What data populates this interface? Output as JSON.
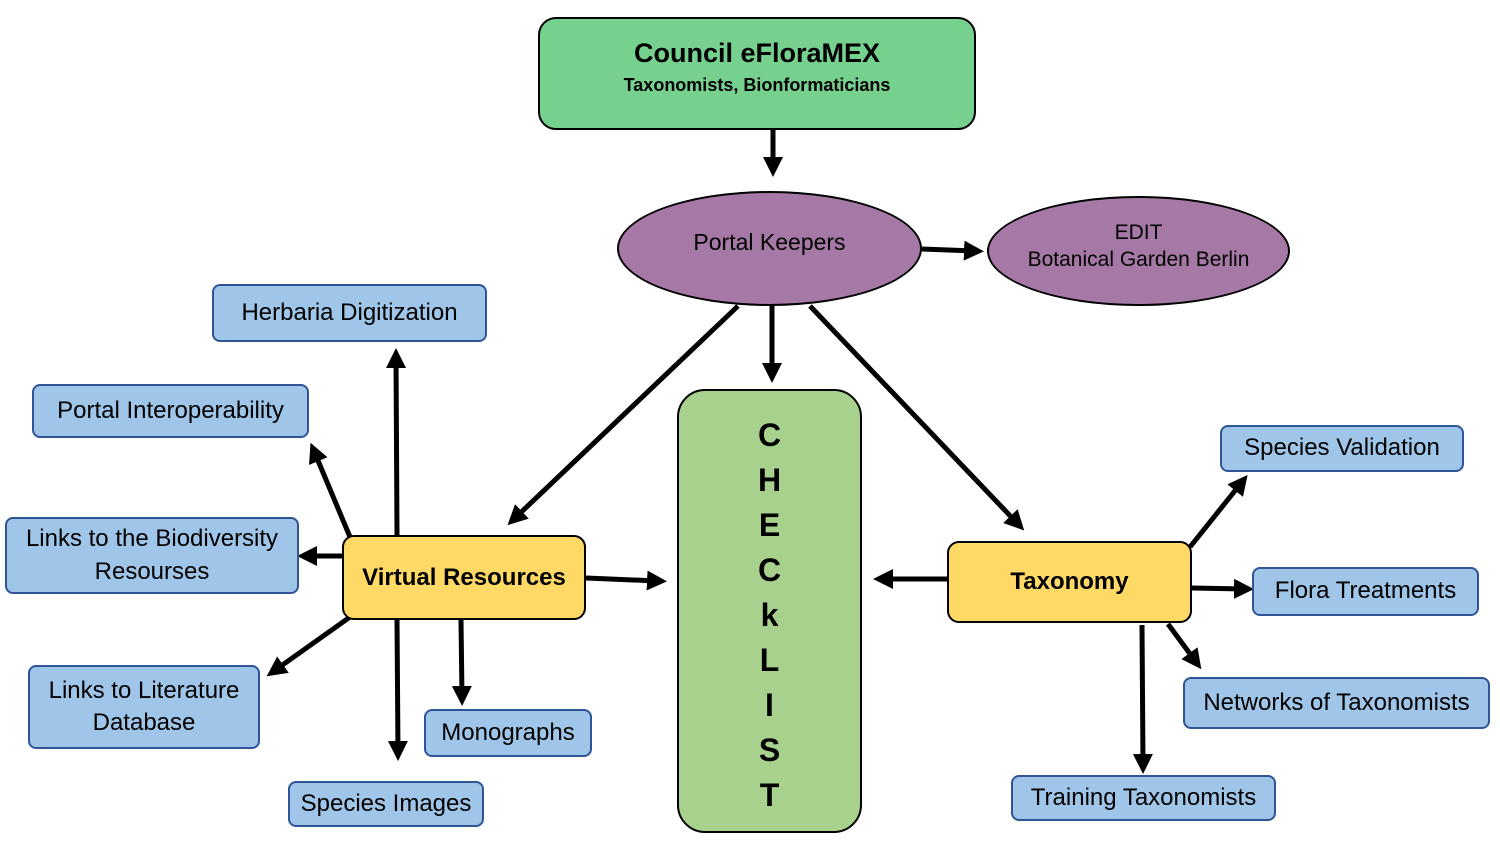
{
  "council": {
    "title": "Council eFloraMEX",
    "subtitle": "Taxonomists, Bionformaticians"
  },
  "portal_keepers": {
    "label": "Portal Keepers"
  },
  "edit": {
    "line1": "EDIT",
    "line2": "Botanical Garden Berlin"
  },
  "checklist": {
    "letters": [
      "C",
      "H",
      "E",
      "C",
      "k",
      "L",
      "I",
      "S",
      "T"
    ]
  },
  "virtual_resources": {
    "label": "Virtual Resources",
    "children": {
      "herbaria": "Herbaria Digitization",
      "portal_interop": "Portal Interoperability",
      "biodiversity_line1": "Links to the Biodiversity",
      "biodiversity_line2": "Resourses",
      "literature_line1": "Links to Literature",
      "literature_line2": "Database",
      "monographs": "Monographs",
      "species_images": "Species Images"
    }
  },
  "taxonomy": {
    "label": "Taxonomy",
    "children": {
      "species_validation": "Species Validation",
      "flora_treatments": "Flora Treatments",
      "networks": "Networks of Taxonomists",
      "training": "Training Taxonomists"
    }
  },
  "colors": {
    "council_fill": "#77d18e",
    "ellipse_fill": "#a678a6",
    "checklist_fill": "#a9d18e",
    "hub_fill": "#ffd966",
    "leaf_fill": "#9fc5e8",
    "leaf_border": "#2f5597"
  }
}
